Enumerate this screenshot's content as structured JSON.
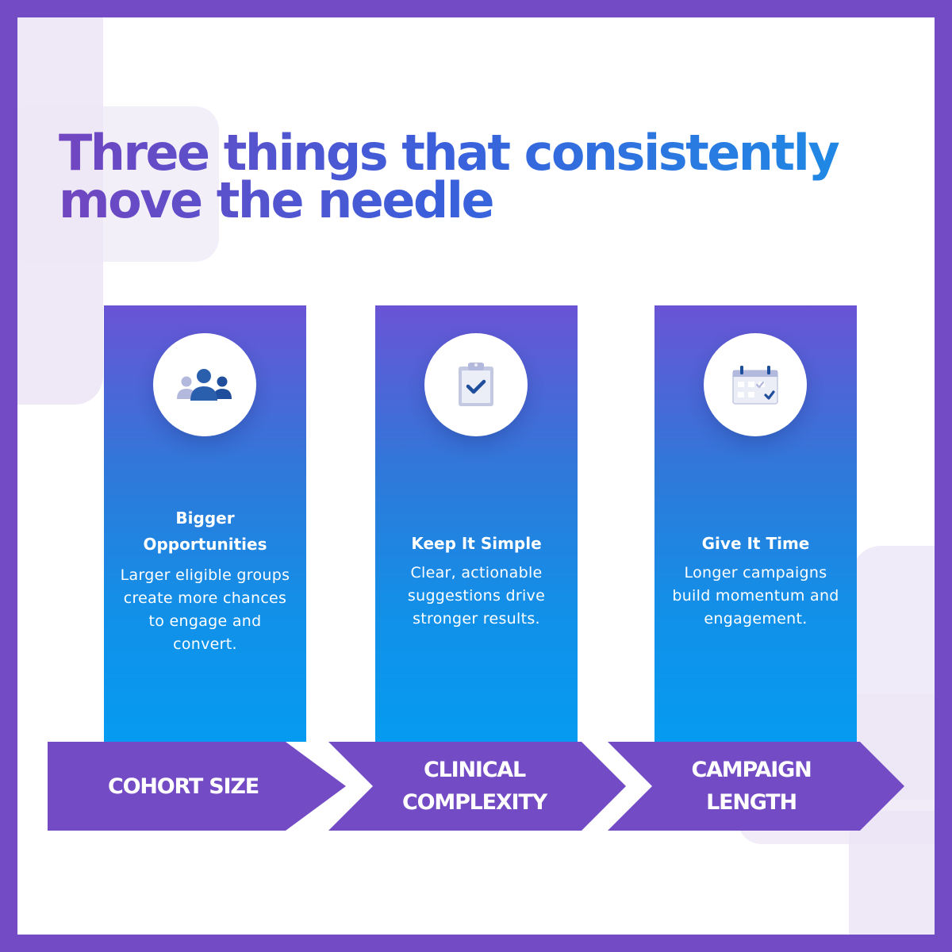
{
  "title": {
    "line1": "Three things that consistently",
    "line2": "move the needle"
  },
  "colors": {
    "frame": "#734bc4",
    "arrow": "#734bc4",
    "card_top": "#6a54d6",
    "card_bottom": "#059bf1",
    "icon_dark": "#1f4e9c",
    "icon_light": "#b3b9dc"
  },
  "cards": [
    {
      "icon": "people-group-icon",
      "title": "Bigger Opportunities",
      "text": "Larger eligible groups create more chances to engage and convert.",
      "label": "COHORT SIZE"
    },
    {
      "icon": "clipboard-check-icon",
      "title": "Keep It Simple",
      "text": "Clear, actionable suggestions drive stronger results.",
      "label": "CLINICAL COMPLEXITY"
    },
    {
      "icon": "calendar-check-icon",
      "title": "Give It Time",
      "text": "Longer campaigns build momentum and engagement.",
      "label": "CAMPAIGN LENGTH"
    }
  ]
}
